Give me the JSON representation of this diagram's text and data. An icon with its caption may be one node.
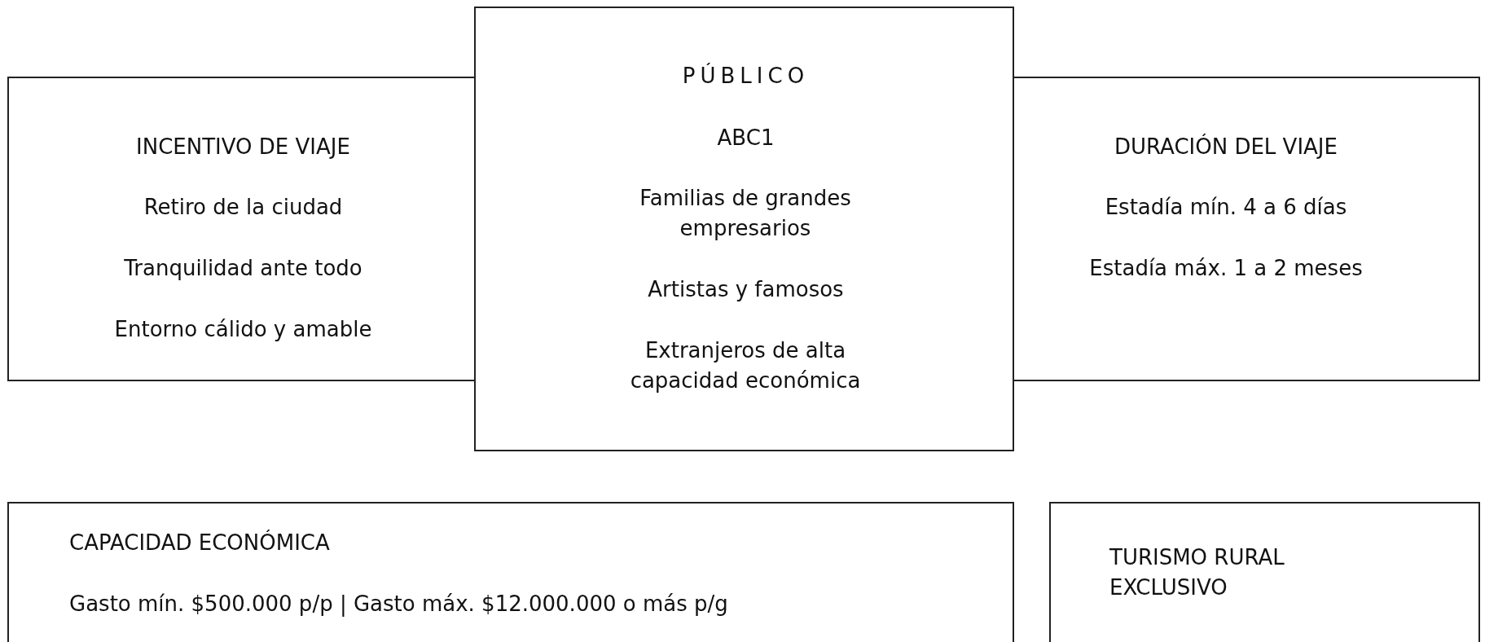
{
  "diagram": {
    "nodes": [
      {
        "text": [
          "INCENTIVO DE VIAJE",
          "Retiro de la ciudad",
          "Tranquilidad ante todo",
          "Entorno cálido y amable"
        ]
      },
      {
        "text": [
          "PÚBLICO",
          "ABC1",
          "Familias de grandes empresarios",
          "Artistas y famosos",
          "Extranjeros de alta capacidad económica"
        ]
      },
      {
        "text": [
          "DURACIÓN DEL VIAJE",
          "Estadía mín. 4 a 6 días",
          "Estadía máx. 1 a 2 meses"
        ]
      },
      {
        "text": [
          "CAPACIDAD ECONÓMICA",
          "Gasto mín. $500.000 p/p | Gasto máx. $12.000.000 o más p/g"
        ]
      },
      {
        "text": [
          "TURISMO RURAL EXCLUSIVO"
        ]
      }
    ]
  }
}
